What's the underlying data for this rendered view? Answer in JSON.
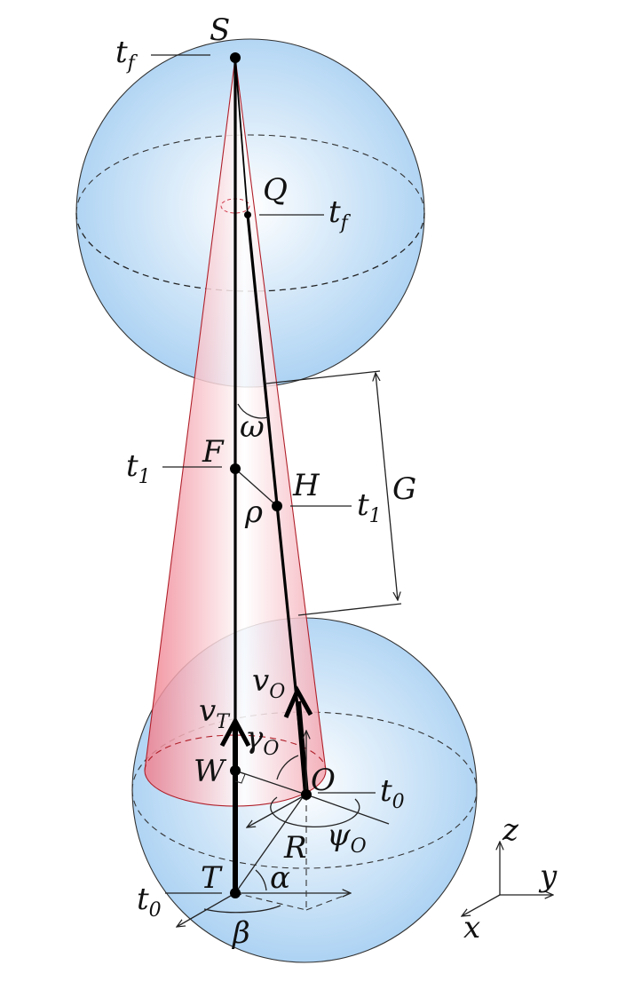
{
  "labels": {
    "S": "S",
    "Q": "Q",
    "F": "F",
    "H": "H",
    "W": "W",
    "O": "O",
    "T": "T",
    "R": "R",
    "G": "G",
    "rho": "ρ",
    "omega": "ω",
    "alpha": "α",
    "beta": "β",
    "gamma": "γ",
    "gamma_sub": "O",
    "psi": "ψ",
    "psi_sub": "O",
    "vO": "v",
    "vO_sub": "O",
    "vT": "v",
    "vT_sub": "T",
    "tf_left": "t",
    "tf_left_sub": "f",
    "tf_right": "t",
    "tf_right_sub": "f",
    "t1_left": "t",
    "t1_left_sub": "1",
    "t1_right": "t",
    "t1_right_sub": "1",
    "t0_right": "t",
    "t0_right_sub": "0",
    "t0_left": "t",
    "t0_left_sub": "0",
    "axis_x": "x",
    "axis_y": "y",
    "axis_z": "z"
  },
  "colors": {
    "sphere_center": "#ffffff",
    "sphere_edge": "#a8d0f2",
    "cone_light": "#ffffff",
    "cone_dark": "#ef7d8c",
    "cone_stroke": "#b0202a",
    "ink": "#000000"
  }
}
